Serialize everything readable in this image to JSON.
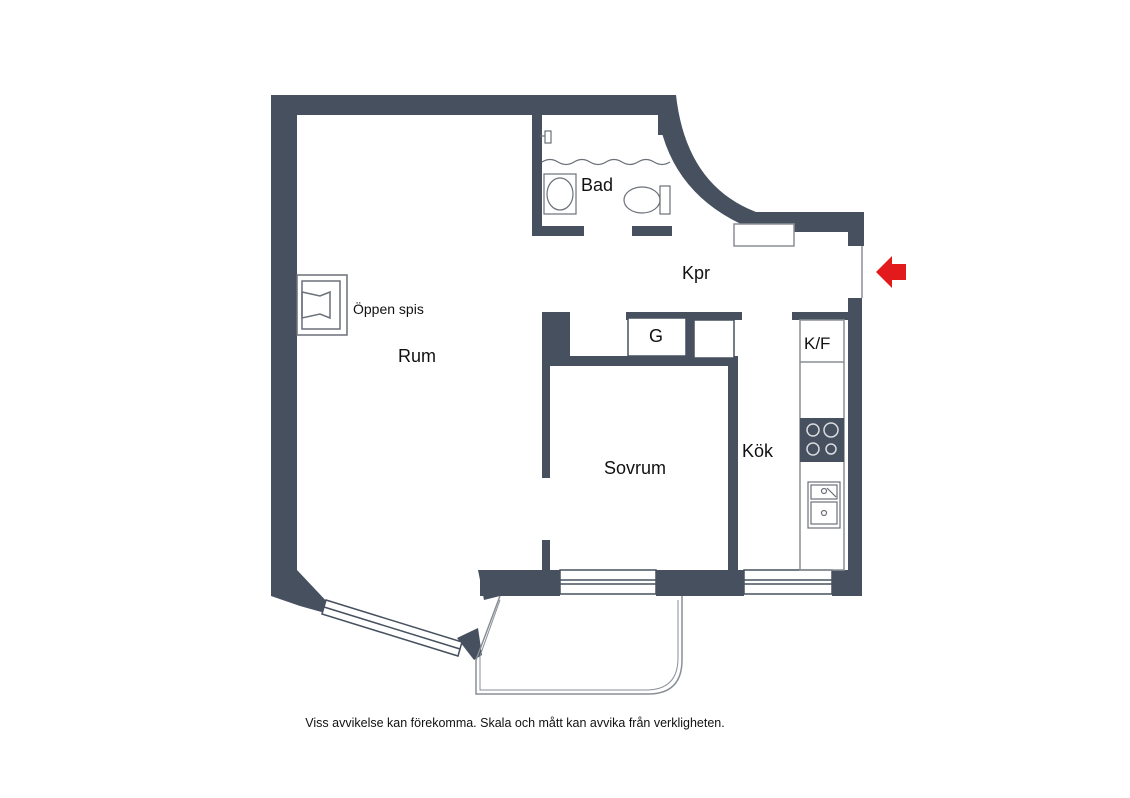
{
  "rooms": {
    "bad": "Bad",
    "kpr": "Kpr",
    "oppen_spis": "Öppen spis",
    "rum": "Rum",
    "g": "G",
    "kf": "K/F",
    "kok": "Kök",
    "sovrum": "Sovrum"
  },
  "disclaimer": "Viss avvikelse kan förekomma. Skala och mått kan avvika från verkligheten.",
  "colors": {
    "wall": "#46505f",
    "entrance_arrow": "#e31a1c",
    "fixture_stroke": "#8a8f96"
  },
  "icons": {
    "entrance": "entrance-arrow-icon",
    "fireplace": "fireplace-icon",
    "stove": "stove-icon",
    "sink": "sink-icon",
    "toilet": "toilet-icon",
    "washbasin": "washbasin-icon"
  }
}
